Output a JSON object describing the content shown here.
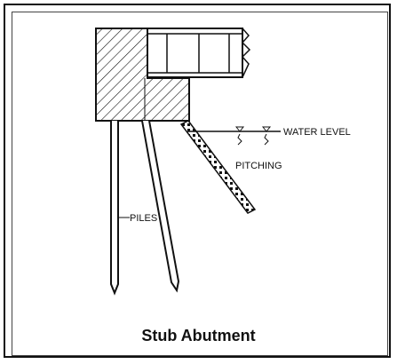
{
  "labels": {
    "water_level": "WATER  LEVEL",
    "pitching": "PITCHING",
    "piles": "PILES"
  },
  "caption": "Stub Abutment"
}
